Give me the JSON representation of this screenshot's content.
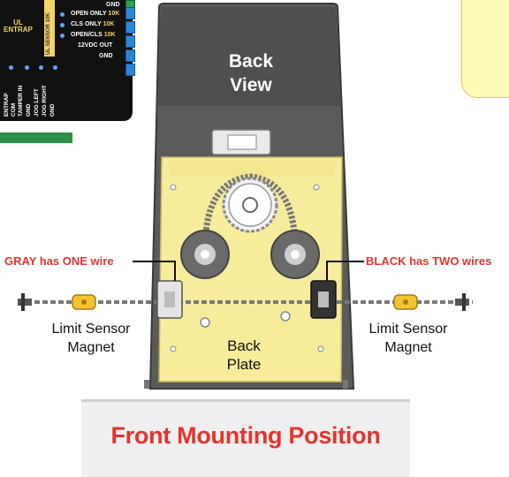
{
  "board": {
    "entrap_line1": "UL",
    "entrap_line2": "ENTRAP",
    "gnd_top": "GND",
    "sensor_strip": "UL SENSOR 10K",
    "outputs": [
      {
        "label": "OPEN ONLY",
        "suffix": "10K"
      },
      {
        "label": "CLS ONLY",
        "suffix": "10K"
      },
      {
        "label": "OPEN/CLS",
        "suffix": "10K"
      },
      {
        "label": "12VDC OUT",
        "suffix": ""
      },
      {
        "label": "GND",
        "suffix": ""
      }
    ],
    "vertical_labels": [
      "ENTRAP",
      "COM",
      "TAMPER IN",
      "GND",
      "JOG LEFT",
      "JOG RIGHT",
      "GND"
    ]
  },
  "labels": {
    "back_view_line1": "Back",
    "back_view_line2": "View",
    "gray_callout": "GRAY has ONE wire",
    "black_callout": "BLACK has TWO wires",
    "left_sensor_line1": "Limit Sensor",
    "left_sensor_line2": "Magnet",
    "right_sensor_line1": "Limit Sensor",
    "right_sensor_line2": "Magnet",
    "plate_line1": "Back",
    "plate_line2": "Plate",
    "mounting": "Front Mounting Position"
  },
  "colors": {
    "housing": "#5a5a5a",
    "plate": "#f7ec9c",
    "callout_red": "#e3342f",
    "board": "#111111"
  }
}
